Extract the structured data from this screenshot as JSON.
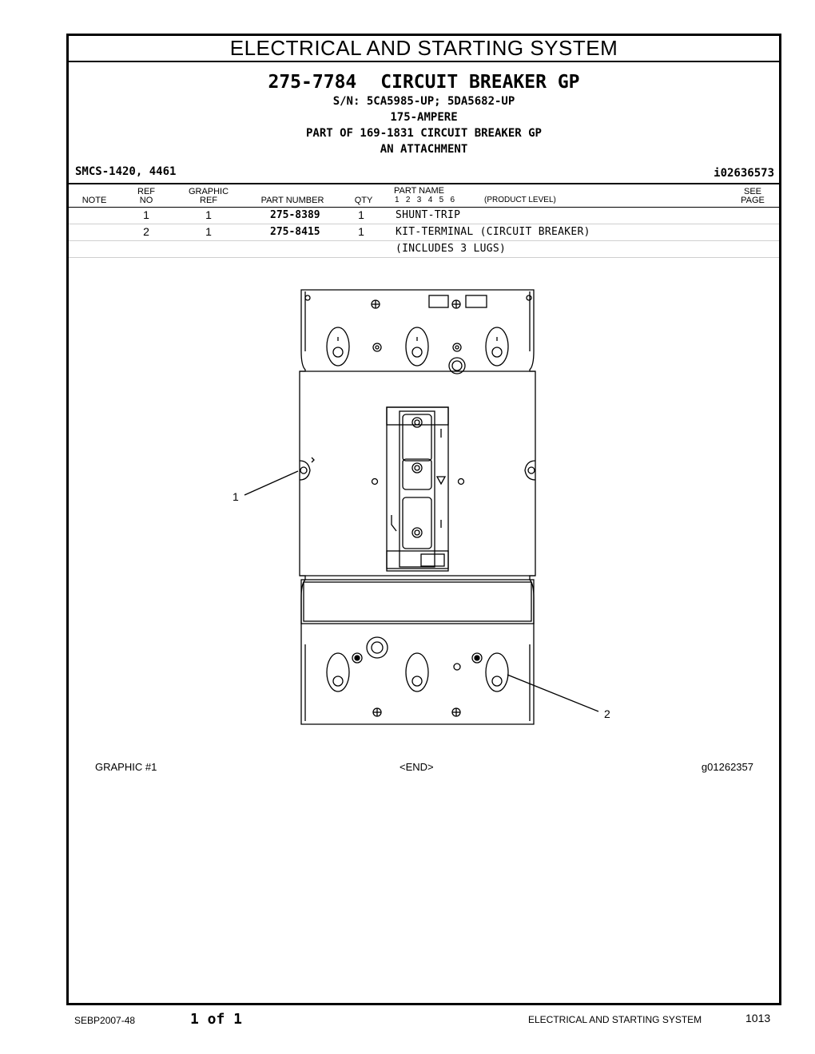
{
  "header": {
    "section_title": "ELECTRICAL AND STARTING SYSTEM"
  },
  "title": {
    "part_group": "275-7784",
    "group_name": "CIRCUIT BREAKER GP",
    "serial": "S/N: 5CA5985-UP; 5DA5682-UP",
    "rating": "175-AMPERE",
    "part_of": "PART OF 169-1831 CIRCUIT BREAKER GP",
    "attachment": "AN ATTACHMENT"
  },
  "smcs": "SMCS-1420, 4461",
  "illustration_id": "i02636573",
  "columns": {
    "note": "NOTE",
    "ref_top": "REF",
    "ref_bottom": "NO",
    "graphic_top": "GRAPHIC",
    "graphic_bottom": "REF",
    "part_number": "PART NUMBER",
    "qty": "QTY",
    "part_name": "PART NAME",
    "levels": "1   2   3   4   5   6",
    "product_level": "(PRODUCT LEVEL)",
    "see_top": "SEE",
    "see_bottom": "PAGE"
  },
  "rows": [
    {
      "ref": "1",
      "graphic": "1",
      "part_number": "275-8389",
      "qty": "1",
      "name": "SHUNT-TRIP"
    },
    {
      "ref": "2",
      "graphic": "1",
      "part_number": "275-8415",
      "qty": "1",
      "name": "KIT-TERMINAL (CIRCUIT BREAKER)"
    },
    {
      "ref": "",
      "graphic": "",
      "part_number": "",
      "qty": "",
      "name": "(INCLUDES 3 LUGS)"
    }
  ],
  "callouts": {
    "c1": "1",
    "c2": "2"
  },
  "graphic_footer": {
    "graphic": "GRAPHIC #1",
    "end": "<END>",
    "graphic_id": "g01262357"
  },
  "page_footer": {
    "doc": "SEBP2007-48",
    "page_of": "1 of 1",
    "section": "ELECTRICAL AND STARTING SYSTEM",
    "page": "1013"
  }
}
